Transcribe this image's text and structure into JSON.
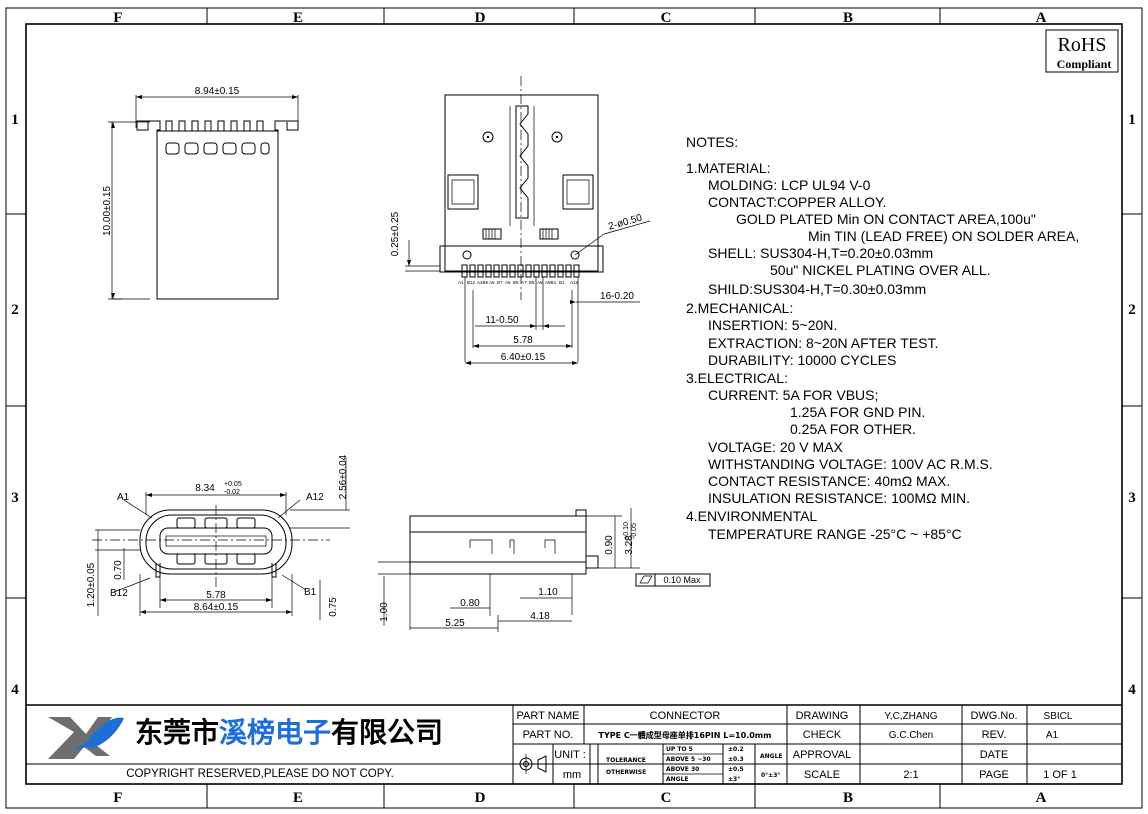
{
  "frame": {
    "columns": [
      "F",
      "E",
      "D",
      "C",
      "B",
      "A"
    ],
    "rows": [
      "1",
      "2",
      "3",
      "4"
    ]
  },
  "rohs": {
    "line1": "RoHS",
    "line2": "Compliant"
  },
  "notes": [
    "NOTES:",
    "1.MATERIAL:",
    "MOLDING: LCP UL94 V-0",
    "CONTACT:COPPER ALLOY.",
    "GOLD PLATED Min ON CONTACT AREA,100u\"",
    "Min TIN (LEAD FREE) ON SOLDER AREA,",
    "SHELL: SUS304-H,T=0.20±0.03mm",
    "50u\" NICKEL PLATING OVER ALL.",
    "SHILD:SUS304-H,T=0.30±0.03mm",
    "2.MECHANICAL:",
    "INSERTION: 5~20N.",
    "EXTRACTION: 8~20N AFTER TEST.",
    "DURABILITY: 10000 CYCLES",
    "3.ELECTRICAL:",
    "CURRENT: 5A FOR VBUS;",
    "1.25A FOR GND PIN.",
    "0.25A FOR OTHER.",
    "VOLTAGE: 20 V MAX",
    "WITHSTANDING VOLTAGE: 100V AC R.M.S.",
    "CONTACT RESISTANCE: 40mΩ MAX.",
    "INSULATION RESISTANCE: 100MΩ MIN.",
    "4.ENVIRONMENTAL",
    "TEMPERATURE RANGE -25°C ~ +85°C"
  ],
  "dims": {
    "front_width": "8.94±0.15",
    "front_height": "10.00±0.15",
    "pin_offset": "0.25±0.25",
    "hole": "2-ø0.50",
    "pin_width": "16-0.20",
    "pitch": "11-0.50",
    "span_578": "5.78",
    "span_640": "6.40±0.15",
    "opening_width": "8.34",
    "opening_tol_up": "+0.05",
    "opening_tol_dn": "-0.02",
    "height_256": "2.56±0.04",
    "a1": "A1",
    "a12": "A12",
    "b1": "B1",
    "b12": "B12",
    "d070": "0.70",
    "d120": "1.20±0.05",
    "d075": "0.75",
    "bottom_578": "5.78",
    "bottom_864": "8.64±0.15",
    "side_090": "0.90",
    "side_328": "3.28",
    "side_328_up": "+0.10",
    "side_328_dn": "-0.05",
    "side_110": "1.10",
    "side_080": "0.80",
    "side_418": "4.18",
    "side_525": "5.25",
    "side_100": "1.00",
    "flatness": "0.10 Max",
    "pin_labels": [
      "A1",
      "B12",
      "A4B9",
      "A5",
      "B7",
      "A6",
      "B6",
      "A7",
      "B5",
      "A8",
      "A9B4",
      "B1",
      "A12"
    ]
  },
  "title_block": {
    "company_prefix": "东莞市",
    "company_mid": "溪榜电子",
    "company_suffix": "有限公司",
    "copyright": "COPYRIGHT RESERVED,PLEASE DO NOT COPY.",
    "part_name_label": "PART NAME",
    "part_name": "CONNECTOR",
    "part_no_label": "PART NO.",
    "part_no": "TYPE C一體成型母座单排16PIN L=10.0mm",
    "unit_label": "UNIT :",
    "unit": "mm",
    "tolerance": "TOLERANCE",
    "otherwise": "OTHERWISE",
    "tol_rows": [
      {
        "range": "UP TO 5",
        "val": "±0.2"
      },
      {
        "range": "ABOVE 5 ~30",
        "val": "±0.3"
      },
      {
        "range": "ABOVE 30",
        "val": "±0.5"
      },
      {
        "range": "ANGLE",
        "val": "±3°"
      }
    ],
    "angle_label": "ANGLE",
    "angle_val": "0°±3°",
    "drawing_label": "DRAWING",
    "drawing": "Y,C,ZHANG",
    "check_label": "CHECK",
    "check": "G.C.Chen",
    "approval_label": "APPROVAL",
    "approval": "",
    "scale_label": "SCALE",
    "scale": "2:1",
    "dwgno_label": "DWG.No.",
    "dwgno": "SBICL",
    "rev_label": "REV.",
    "rev": "A1",
    "date_label": "DATE",
    "date": "",
    "page_label": "PAGE",
    "page": "1 OF 1"
  },
  "colors": {
    "brand_blue": "#1d6fd6",
    "logo_gray": "#6e6e6e"
  }
}
